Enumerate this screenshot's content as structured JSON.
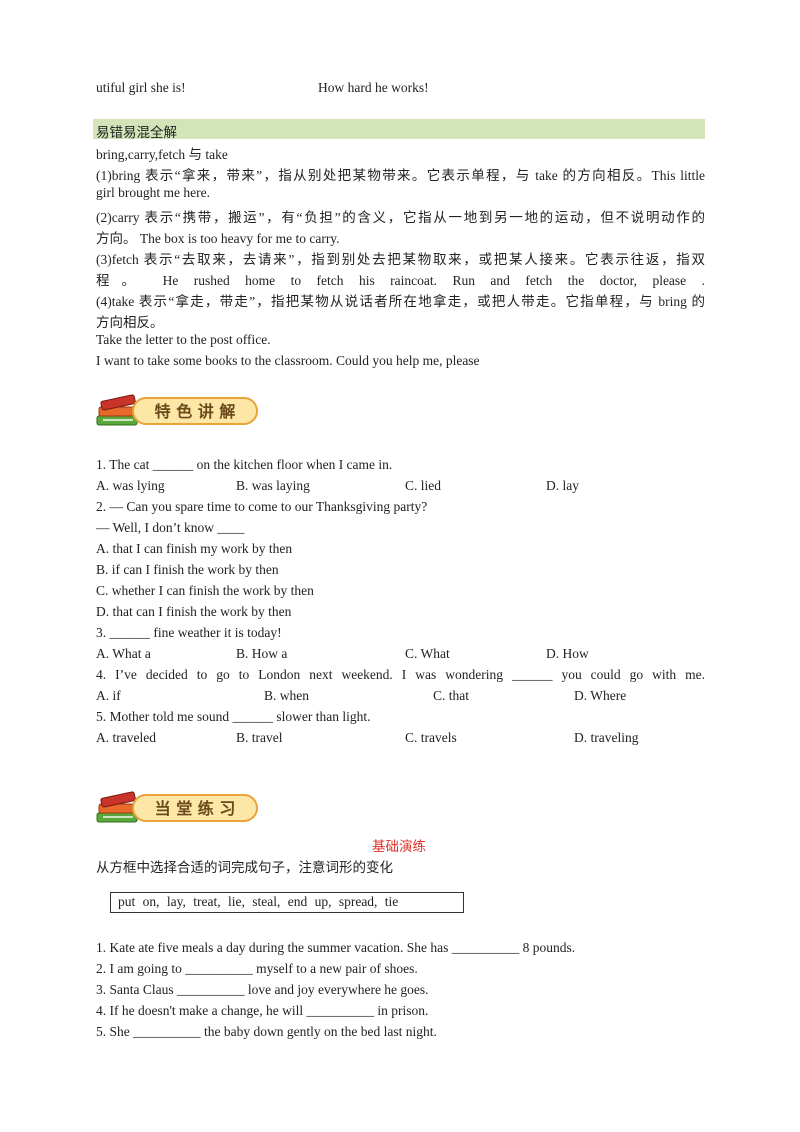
{
  "top_line": {
    "left": "utiful   girl   she   is!",
    "right": "How   hard   he   works!"
  },
  "confusion_section": {
    "heading": "易错易混全解",
    "subtitle": "bring,carry,fetch 与 take",
    "lines": [
      "(1)bring 表示“拿来，带来”，指从别处把某物带来。它表示单程，与 take 的方向相反。This    little",
      "girl    brought    me    here.",
      "(2)carry 表示“携带，搬运”，有“负担”的含义，它指从一地到另一地的运动，但不说明动作的",
      "方向。            The    box    is    too    heavy    for    me    to    carry.",
      "(3)fetch 表示“去取来，去请来”，指到别处去把某物取来，或把某人接来。它表示往返，指双",
      "程。    He    rushed    home    to    fetch    his    raincoat.    Run    and    fetch    the    doctor,    please    .",
      "(4)take 表示“拿走，带走”，指把某物从说话者所在地拿走，或把人带走。它指单程，与 bring 的",
      "方向相反。",
      "Take    the    letter    to    the    post    office.",
      "I    want    to    take    some    books    to    the    classroom.    Could    you    help    me,    please"
    ]
  },
  "banner1": {
    "text": "特 色 讲 解"
  },
  "questions": {
    "q1": {
      "stem": "1. The  cat  ______  on  the  kitchen  floor  when  I  came  in.",
      "options": [
        "A.  was  lying",
        "B.  was  laying",
        "C.  lied",
        "D.  lay"
      ]
    },
    "q2": {
      "stem": "2. —  Can  you  spare  time  to  come  to  our  Thanksgiving  party?",
      "stem2": "—  Well,  I  don’t  know  ____",
      "options": [
        "A.  that  I  can  finish  my  work  by  then",
        "B.  if  can  I  finish  the  work  by  then",
        "C.  whether  I  can  finish  the  work  by  then",
        "D.  that  can  I  finish  the  work  by  then"
      ]
    },
    "q3": {
      "stem": "3.  ______  fine  weather  it  is  today!",
      "options": [
        "A.  What  a",
        "B.  How  a",
        "C.  What",
        "D.  How"
      ]
    },
    "q4": {
      "stem": "4.  I’ve  decided  to  go  to  London  next  weekend.  I  was  wondering  ______  you  could  go  with  me.",
      "options": [
        "A.  if",
        "B.  when",
        "C.  that",
        "D.  Where"
      ]
    },
    "q5": {
      "stem": "5.  Mother  told  me  sound  ______  slower  than  light.",
      "options": [
        "A.  traveled",
        "B.  travel",
        "C.  travels",
        "D.  traveling"
      ]
    }
  },
  "banner2": {
    "text": "当 堂 练 习"
  },
  "practice": {
    "section_label": "基础演练",
    "instruction": "从方框中选择合适的词完成句子，注意词形的变化",
    "word_box": "put  on,    lay,    treat,    lie,    steal,    end  up,    spread,    tie",
    "items": [
      "1.  Kate  ate  five  meals  a  day  during  the  summer  vacation.  She  has  __________  8  pounds.",
      "2.  I  am  going  to  __________  myself  to  a  new  pair  of  shoes.",
      "3.  Santa  Claus  __________  love  and  joy  everywhere  he  goes.",
      "4.  If  he  doesn't  make  a  change,  he  will  __________  in  prison.",
      "5.  She  __________  the  baby  down  gently  on  the  bed  last  night."
    ]
  },
  "colors": {
    "heading_bar": "#d3e5b8",
    "accent_red": "#e0312a",
    "banner_border": "#e8a43a",
    "banner_fill": "#fde7a6"
  }
}
